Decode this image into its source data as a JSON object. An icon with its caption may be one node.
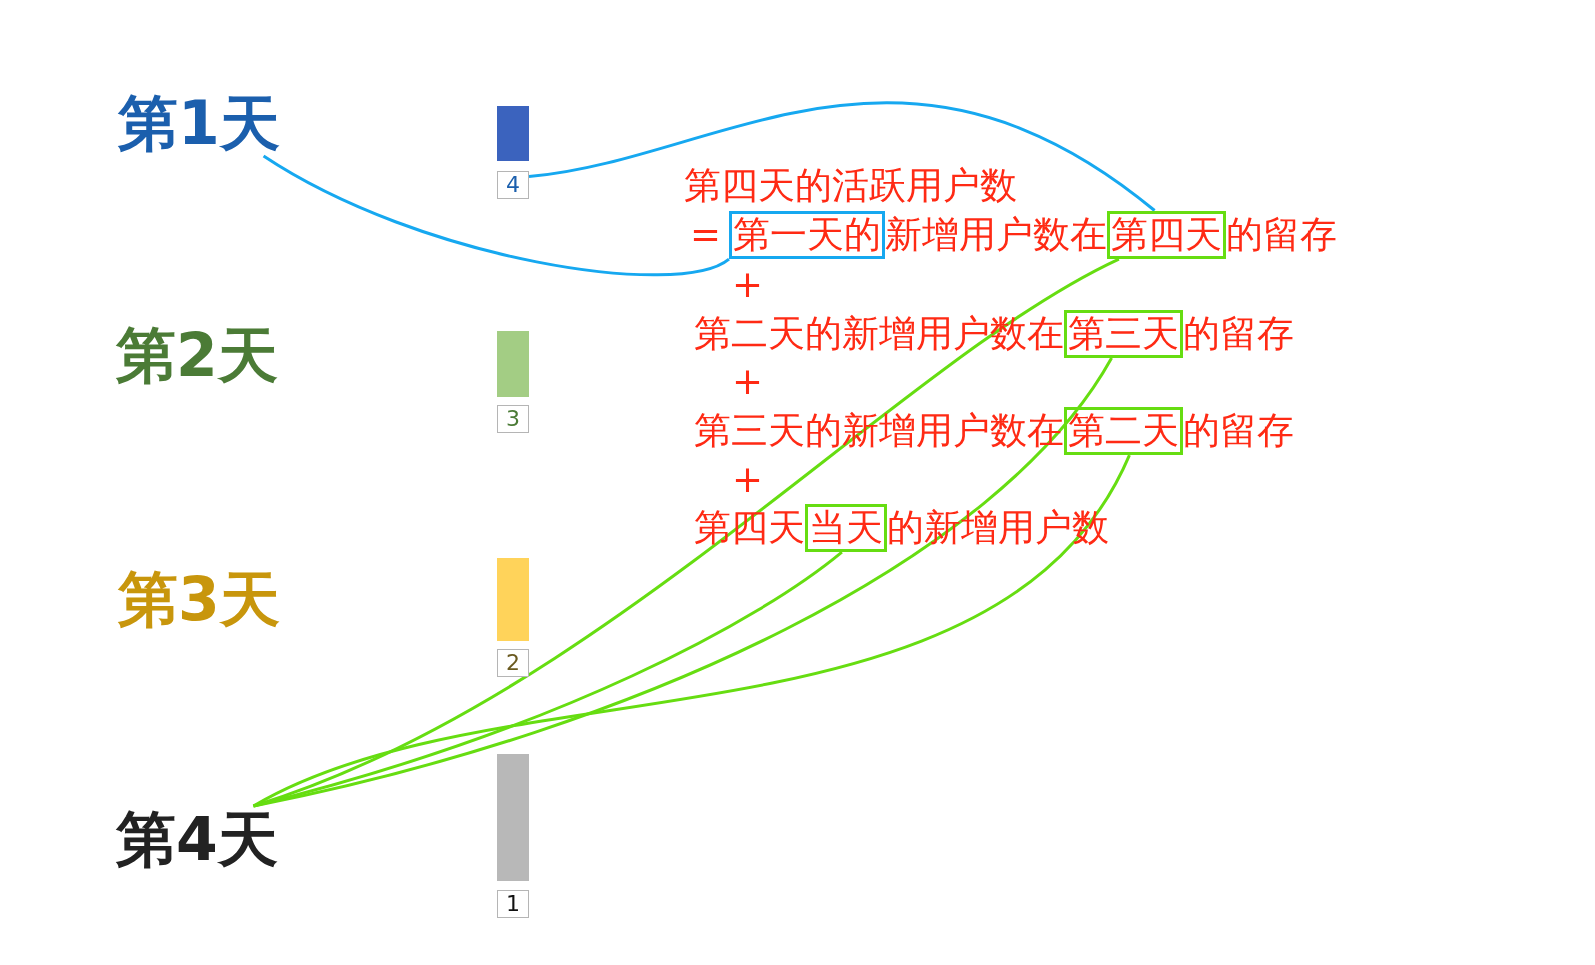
{
  "diagram": {
    "nodes": [
      {
        "text": [
          "第1天"
        ]
      },
      {
        "text": [],
        "shape": "bar"
      },
      {
        "text": [
          "4"
        ]
      },
      {
        "text": [
          "第2天"
        ]
      },
      {
        "text": [],
        "shape": "bar"
      },
      {
        "text": [
          "3"
        ]
      },
      {
        "text": [
          "第3天"
        ]
      },
      {
        "text": [],
        "shape": "bar"
      },
      {
        "text": [
          "2"
        ]
      },
      {
        "text": [
          "第4天"
        ]
      },
      {
        "text": [],
        "shape": "bar"
      },
      {
        "text": [
          "1"
        ]
      },
      {
        "text": [
          "第一天的"
        ]
      },
      {
        "text": [
          "第四天"
        ]
      },
      {
        "text": [
          "第三天"
        ]
      },
      {
        "text": [
          "第二天"
        ]
      },
      {
        "text": [
          "当天"
        ]
      }
    ],
    "edges": [
      {
        "from": 0,
        "to": 12,
        "arrow": "none",
        "color": "#16a8f0"
      },
      {
        "from": 2,
        "to": 13,
        "arrow": "none",
        "color": "#16a8f0"
      },
      {
        "from": 9,
        "to": 13,
        "arrow": "none"
      },
      {
        "from": 9,
        "to": 14,
        "arrow": "none"
      },
      {
        "from": 9,
        "to": 15,
        "arrow": "none"
      },
      {
        "from": 9,
        "to": 16,
        "arrow": "none"
      }
    ],
    "labels": [
      "第四天的活跃用户数",
      "=",
      "新增用户数在",
      "的留存",
      "+",
      "第二天的新增用户数在",
      "的留存",
      "+",
      "第三天的新增用户数在",
      "的留存",
      "+",
      "第四天",
      "的新增用户数"
    ]
  }
}
